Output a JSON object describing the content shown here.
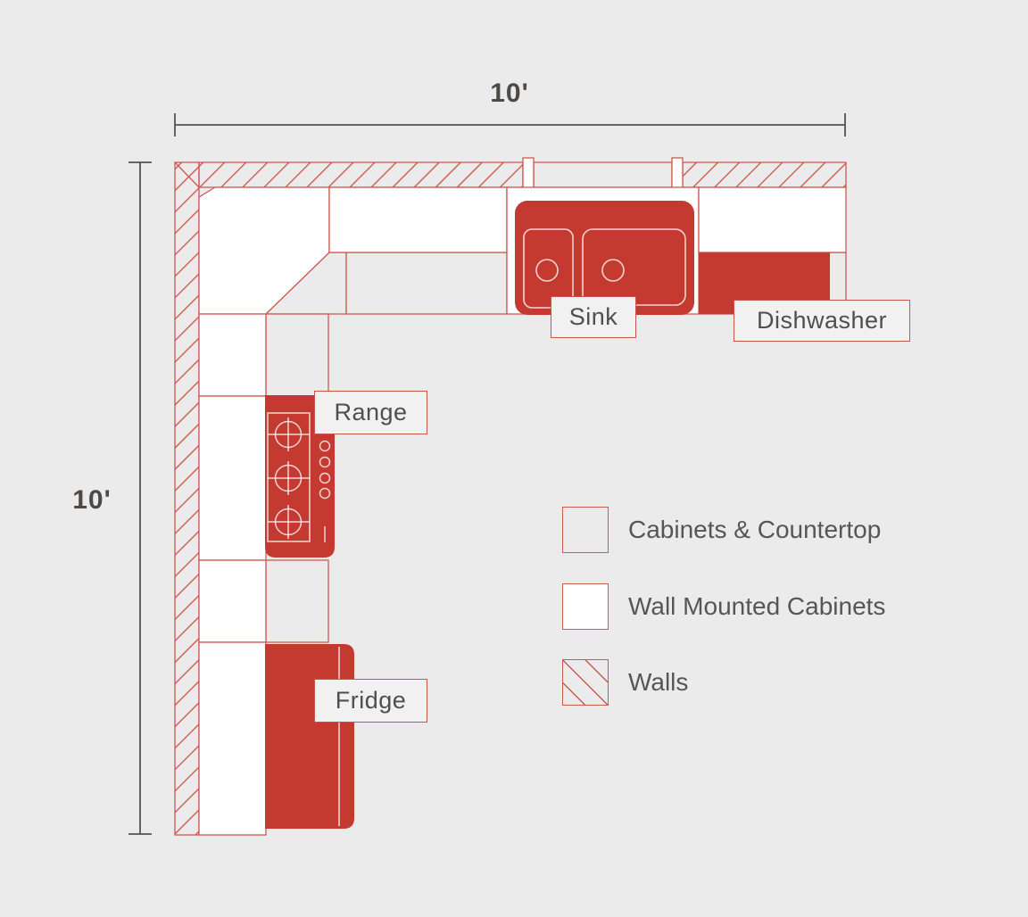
{
  "dimensions": {
    "top": "10'",
    "left": "10'"
  },
  "labels": {
    "sink": "Sink",
    "dishwasher": "Dishwasher",
    "range": "Range",
    "fridge": "Fridge"
  },
  "legend": {
    "items": [
      {
        "label": "Cabinets & Countertop",
        "swatch": "countertop-swatch"
      },
      {
        "label": "Wall Mounted Cabinets",
        "swatch": "wall-cabinet-swatch"
      },
      {
        "label": "Walls",
        "swatch": "wall-swatch"
      }
    ]
  },
  "colors": {
    "background": "#ebebeb",
    "cabinet_white": "#ffffff",
    "appliance_red": "#c43a30",
    "outline_red": "#cd5a52",
    "label_text": "#4f4f4f",
    "dimension_line": "#57524e"
  }
}
